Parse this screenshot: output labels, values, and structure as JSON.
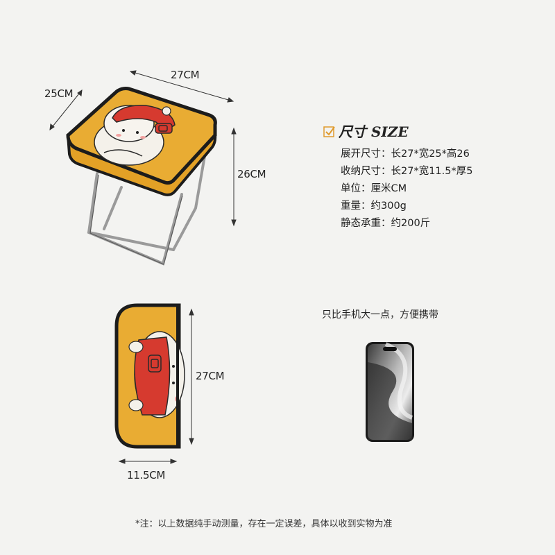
{
  "top_view": {
    "width_label": "27CM",
    "depth_label": "25CM",
    "height_label": "26CM"
  },
  "folded_view": {
    "height_label": "27CM",
    "width_label": "11.5CM"
  },
  "size_section": {
    "title": "尺寸 SIZE",
    "specs": [
      {
        "key": "展开尺寸：",
        "value": "长27*宽25*高26"
      },
      {
        "key": "收纳尺寸：",
        "value": "长27*宽11.5*厚5"
      },
      {
        "key": "单位：",
        "value": "厘米CM"
      },
      {
        "key": "重量：",
        "value": "约300g"
      },
      {
        "key": "静态承重：",
        "value": "约200斤"
      }
    ]
  },
  "tagline": "只比手机大一点，方便携带",
  "footnote": "*注：以上数据纯手动测量，存在一定误差，具体以收到实物为准",
  "colors": {
    "seat_yellow": "#e9a92c",
    "trim_black": "#1c1c1c",
    "cap_red": "#d63a2f",
    "frame_metal": "#8a8a8a",
    "background": "#f3f3f1"
  }
}
